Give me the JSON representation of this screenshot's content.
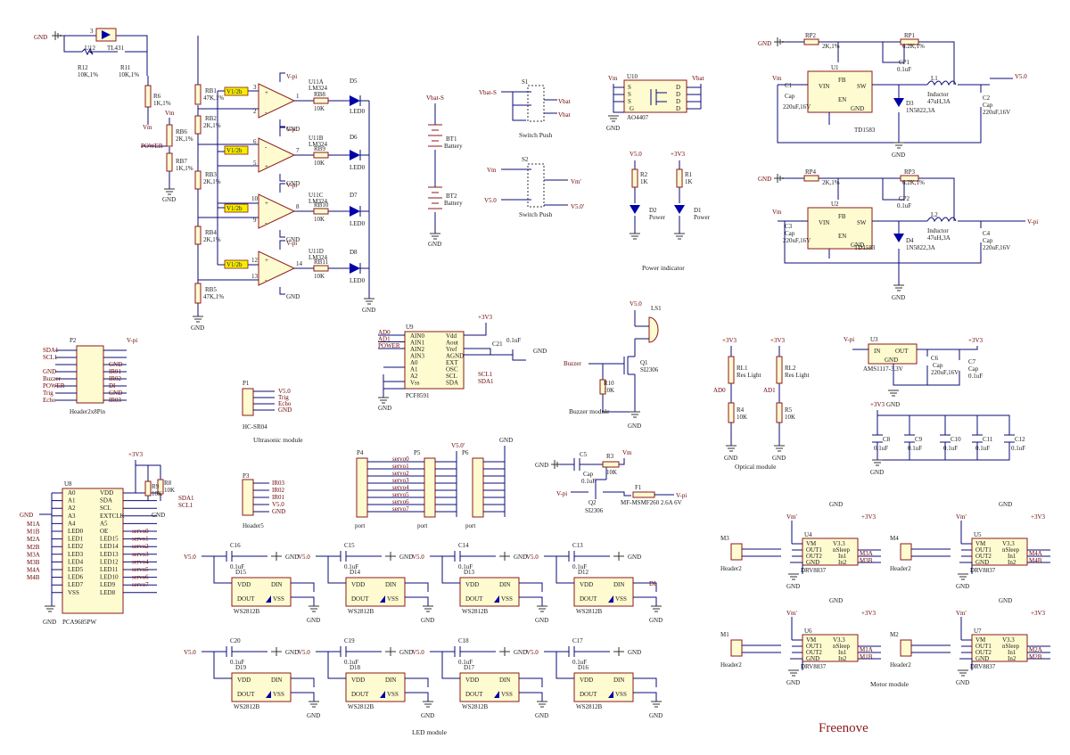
{
  "brand": "Freenove",
  "sections": {
    "switch_push": "Switch Push",
    "power_indicator": "Power indicator",
    "buzzer_module": "Buzzer module",
    "optical_module": "Optical module",
    "ultrasonic_module": "Ultrasonic module",
    "led_module": "LED module",
    "motor_module": "Motor module",
    "header2x8": "Header2x8Pin",
    "header5": "Header5"
  },
  "labels": {
    "gnd": "GND",
    "vm": "Vm",
    "vpi": "V-pi",
    "v50": "V5.0",
    "v3v3": "+3V3",
    "vbat": "Vbat",
    "vbat_s": "Vbat-S",
    "vm_prime": "Vm'",
    "v50_prime": "V5.0'",
    "power": "POWER",
    "buzzer": "Buzzer",
    "v12b": "V1/2b"
  },
  "parts": {
    "u12": "U12",
    "tl431": "TL431",
    "r12": "R12",
    "r12v": "10K,1%",
    "r11": "R11",
    "r11v": "10K,1%",
    "r6": "R6",
    "r6v": "1K,1%",
    "rb6": "RB6",
    "rb6v": "2K,1%",
    "rb7": "RB7",
    "rb7v": "1K,1%",
    "rb1": "RB1",
    "rb1v": "47K,1%",
    "rb2": "RB2",
    "rb2v": "2K,1%",
    "rb3": "RB3",
    "rb3v": "2K,1%",
    "rb4": "RB4",
    "rb4v": "2K,1%",
    "rb5": "RB5",
    "rb5v": "47K,1%",
    "u11a": "U11A",
    "u11b": "U11B",
    "u11c": "U11C",
    "u11d": "U11D",
    "lm324": "LM324",
    "rb8": "RB8",
    "rb9": "RB9",
    "rb10": "RB10",
    "rb11": "RB11",
    "k10": "10K",
    "d5": "D5",
    "d6": "D6",
    "d7": "D7",
    "d8": "D8",
    "led0": "LED0",
    "bt1": "BT1",
    "bt2": "BT2",
    "battery": "Battery",
    "s1": "S1",
    "s2": "S2",
    "u10": "U10",
    "ao4407": "AO4407",
    "u1": "U1",
    "u2": "U2",
    "td1583": "TD1583",
    "rp2": "RP2",
    "rp2v": "2K,1%",
    "rp1": "RP1",
    "rp1v": "6.2K,1%",
    "rp4": "RP4",
    "rp4v": "2K,1%",
    "rp3": "RP3",
    "rp3v": "6.2K,1%",
    "cp1": "CP1",
    "cp2": "CP2",
    "c01uf": "0.1uF",
    "c1": "C1",
    "c2": "C2",
    "c3": "C3",
    "c4": "C4",
    "cap": "Cap",
    "cap220": "220uF,16V",
    "l1": "L1",
    "l2": "L2",
    "inductor": "Inductor",
    "l_val": "47uH,3A",
    "d3": "D3",
    "d4": "D4",
    "in5822": "1N5822,3A",
    "r2": "R2",
    "r1": "R1",
    "k1": "1K",
    "d2": "D2",
    "d1": "D1",
    "pwr": "Power",
    "p2": "P2",
    "p1": "P1",
    "u9": "U9",
    "pcf8591": "PCF8591",
    "c21": "C21",
    "ls1": "LS1",
    "q1": "Q1",
    "si2306": "SI2306",
    "r10": "R10",
    "rl1": "RL1",
    "rl2": "RL2",
    "reslight": "Res Light",
    "r4": "R4",
    "r5": "R5",
    "ad0": "AD0",
    "ad1": "AD1",
    "u3": "U3",
    "ams1117": "AMS1117-3.3V",
    "c6": "C6",
    "c7": "C7",
    "c8": "C8",
    "c9": "C9",
    "c10": "C10",
    "c11": "C11",
    "c12": "C12",
    "u8": "U8",
    "pca9685pw": "PCA9685PW",
    "r9": "R9",
    "r8": "R8",
    "sda1": "SDA1",
    "scl1": "SCL1",
    "p3": "P3",
    "p4": "P4",
    "p5": "P5",
    "p6": "P6",
    "port": "port",
    "c5": "C5",
    "r3": "R3",
    "q2": "Q2",
    "f1": "F1",
    "fuse": "MF-MSMF260 2.6A 6V",
    "ws2812b": "WS2812B",
    "d15": "D15",
    "d14": "D14",
    "d13": "D13",
    "d12": "D12",
    "d19": "D19",
    "d18": "D18",
    "d17": "D17",
    "d16": "D16",
    "c16": "C16",
    "c15": "C15",
    "c14": "C14",
    "c13": "C13",
    "c20": "C20",
    "c19": "C19",
    "c18": "C18",
    "c17": "C17",
    "drv8837": "DRV8837",
    "u4": "U4",
    "u5": "U5",
    "u6": "U6",
    "u7": "U7",
    "m1": "M1",
    "m2": "M2",
    "m3": "M3",
    "m4": "M4",
    "header2": "Header2"
  },
  "p2_pins": [
    "SDA1",
    "SCL1",
    "",
    "GND",
    "Buzzer",
    "POWER",
    "Trig",
    "Echo"
  ],
  "p2_right": [
    "",
    "",
    "GND",
    "IR01",
    "IR02",
    "DI",
    "GND",
    "IR03"
  ],
  "p1_pins": [
    "V5.0",
    "Trig",
    "Echo",
    "GND"
  ],
  "p3_pins": [
    "IR03",
    "IR02",
    "IR01",
    "V5.0",
    "GND"
  ],
  "u9_left": [
    "AIN0",
    "AIN1",
    "AIN2",
    "AIN3",
    "A0",
    "A1",
    "A2",
    "Vss"
  ],
  "u9_right": [
    "Vdd",
    "Aout",
    "Vref",
    "AGND",
    "EXT",
    "OSC",
    "SCL",
    "SDA"
  ],
  "u9_in": [
    "AD0",
    "AD1",
    "POWER"
  ],
  "u8_left": [
    "A0",
    "A1",
    "A2",
    "A3",
    "A4",
    "LED0",
    "LED1",
    "LED2",
    "LED3",
    "LED4",
    "LED5",
    "LED6",
    "LED7",
    "VSS"
  ],
  "u8_right": [
    "VDD",
    "SDA",
    "SCL",
    "EXTCLK",
    "A5",
    "OE",
    "LED15",
    "LED14",
    "LED13",
    "LED12",
    "LED11",
    "LED10",
    "LED9",
    "LED8"
  ],
  "u8_motor": [
    "M1A",
    "M1B",
    "M2A",
    "M2B",
    "M3A",
    "M3B",
    "M4A",
    "M4B"
  ],
  "servos": [
    "servo0",
    "servo1",
    "servo2",
    "servo3",
    "servo4",
    "servo5",
    "servo6",
    "servo7"
  ],
  "ws_pins": {
    "vdd": "VDD",
    "din": "DIN",
    "dout": "DOUT",
    "vss": "VSS",
    "di": "DI"
  },
  "drv_pins": {
    "vm": "VM",
    "v33": "V3.3",
    "out1": "OUT1",
    "out2": "OUT2",
    "nsleep": "nSleep",
    "in1": "In1",
    "in2": "In2",
    "gnd": "GND"
  },
  "td_pins": {
    "vin": "VIN",
    "sw": "SW",
    "fb": "FB",
    "en": "EN",
    "gnd": "GND"
  },
  "ams_pins": {
    "in": "IN",
    "out": "OUT",
    "gnd": "GND"
  },
  "u10_pins": {
    "s": "S",
    "g": "G",
    "d": "D"
  }
}
